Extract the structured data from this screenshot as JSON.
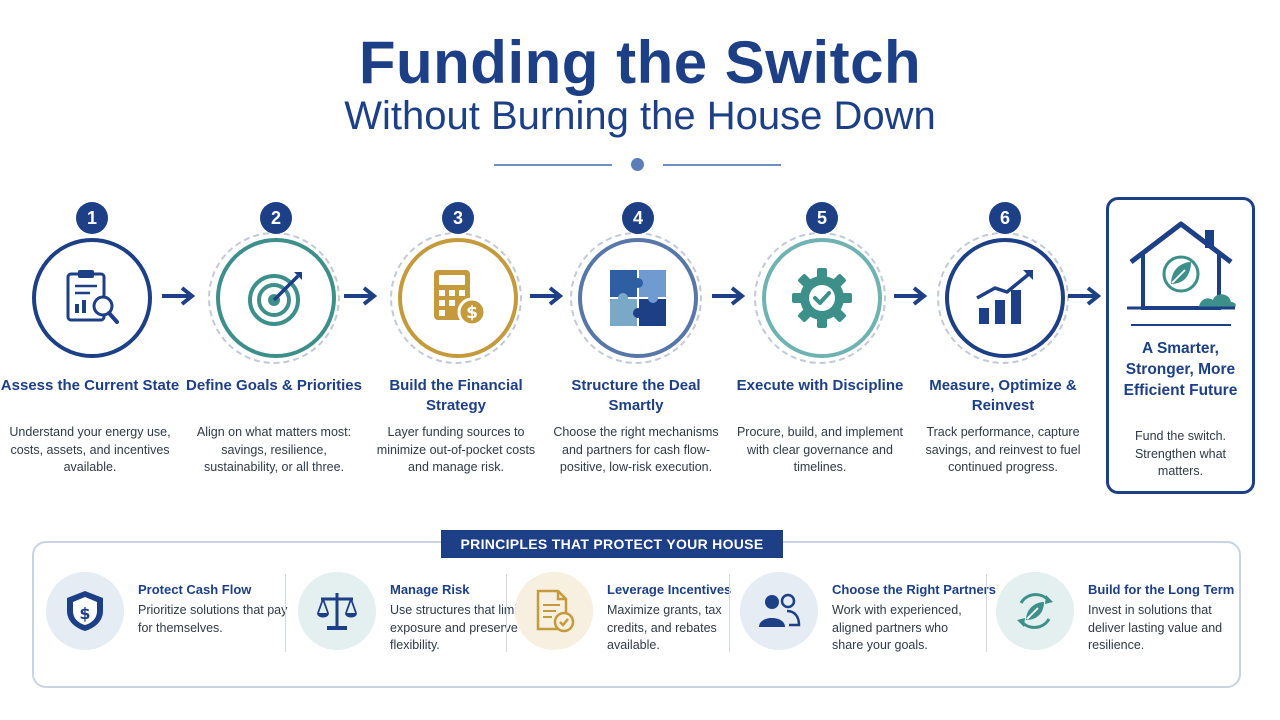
{
  "header": {
    "title": "Funding the Switch",
    "subtitle": "Without Burning the House Down"
  },
  "steps": [
    {
      "number": "1",
      "title": "Assess the Current State",
      "description": "Understand your energy use, costs, assets, and incentives available.",
      "color": "#1d3f86",
      "icon": "clipboard-magnifier-icon"
    },
    {
      "number": "2",
      "title": "Define Goals & Priorities",
      "description": "Align on what matters most: savings, resilience, sustainability, or all three.",
      "color": "#3d8f8a",
      "icon": "target-arrow-icon"
    },
    {
      "number": "3",
      "title": "Build the Financial Strategy",
      "description": "Layer funding sources to minimize out-of-pocket costs and manage risk.",
      "color": "#c49a3c",
      "icon": "calculator-dollar-icon"
    },
    {
      "number": "4",
      "title": "Structure the Deal Smartly",
      "description": "Choose the right mechanisms and partners for cash flow-positive, low-risk execution.",
      "color": "#5777a8",
      "icon": "puzzle-icon"
    },
    {
      "number": "5",
      "title": "Execute with Discipline",
      "description": "Procure, build, and implement with clear governance and timelines.",
      "color": "#6fb2b2",
      "icon": "gear-check-icon"
    },
    {
      "number": "6",
      "title": "Measure, Optimize & Reinvest",
      "description": "Track performance, capture savings, and reinvest to fuel continued progress.",
      "color": "#1d3f86",
      "icon": "growth-chart-icon"
    }
  ],
  "final": {
    "title": "A Smarter, Stronger, More Efficient Future",
    "description": "Fund the switch. Strengthen what matters.",
    "icon": "house-leaf-icon"
  },
  "principles": {
    "label": "PRINCIPLES THAT PROTECT YOUR HOUSE",
    "items": [
      {
        "title": "Protect Cash Flow",
        "description": "Prioritize solutions that pay for themselves.",
        "icon": "shield-dollar-icon",
        "bg": "#e6ecf4"
      },
      {
        "title": "Manage Risk",
        "description": "Use structures that limit exposure and preserve flexibility.",
        "icon": "scales-icon",
        "bg": "#e4eff0"
      },
      {
        "title": "Leverage Incentives",
        "description": "Maximize grants, tax credits, and rebates available.",
        "icon": "document-check-icon",
        "bg": "#f7efdf"
      },
      {
        "title": "Choose the Right Partners",
        "description": "Work with experienced, aligned partners who share your goals.",
        "icon": "people-icon",
        "bg": "#e6ecf4"
      },
      {
        "title": "Build for the Long Term",
        "description": "Invest in solutions that deliver lasting value and resilience.",
        "icon": "leaf-cycle-icon",
        "bg": "#e4eff0"
      }
    ]
  }
}
